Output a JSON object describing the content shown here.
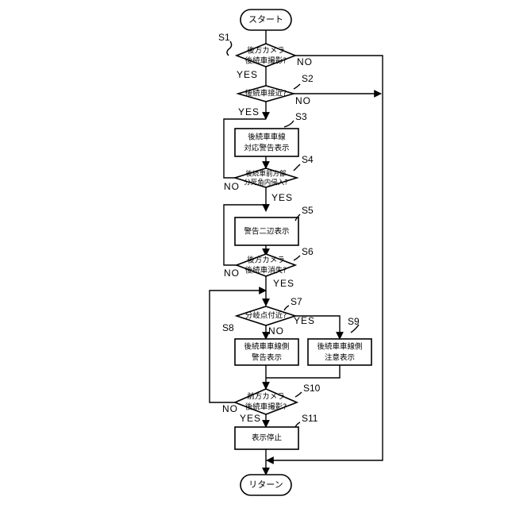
{
  "start": "スタート",
  "end": "リターン",
  "steps": {
    "s1": {
      "id": "S1",
      "line1": "後方カメラ",
      "line2": "後続車撮影?"
    },
    "s2": {
      "id": "S2",
      "line1": "後続車接近?"
    },
    "s3": {
      "id": "S3",
      "line1": "後続車車線",
      "line2": "対応警告表示"
    },
    "s4": {
      "id": "S4",
      "line1": "後続車前方部",
      "line2": "分死角内侵入?"
    },
    "s5": {
      "id": "S5",
      "line1": "警告二辺表示"
    },
    "s6": {
      "id": "S6",
      "line1": "後方カメラ",
      "line2": "後続車消失?"
    },
    "s7": {
      "id": "S7",
      "line1": "分岐点付近?"
    },
    "s8": {
      "id": "S8",
      "line1": "後続車車線側",
      "line2": "警告表示"
    },
    "s9": {
      "id": "S9",
      "line1": "後続車車線側",
      "line2": "注意表示"
    },
    "s10": {
      "id": "S10",
      "line1": "前方カメラ",
      "line2": "後続車撮影?"
    },
    "s11": {
      "id": "S11",
      "line1": "表示停止"
    }
  },
  "branch": {
    "yes": "YES",
    "no": "NO"
  }
}
